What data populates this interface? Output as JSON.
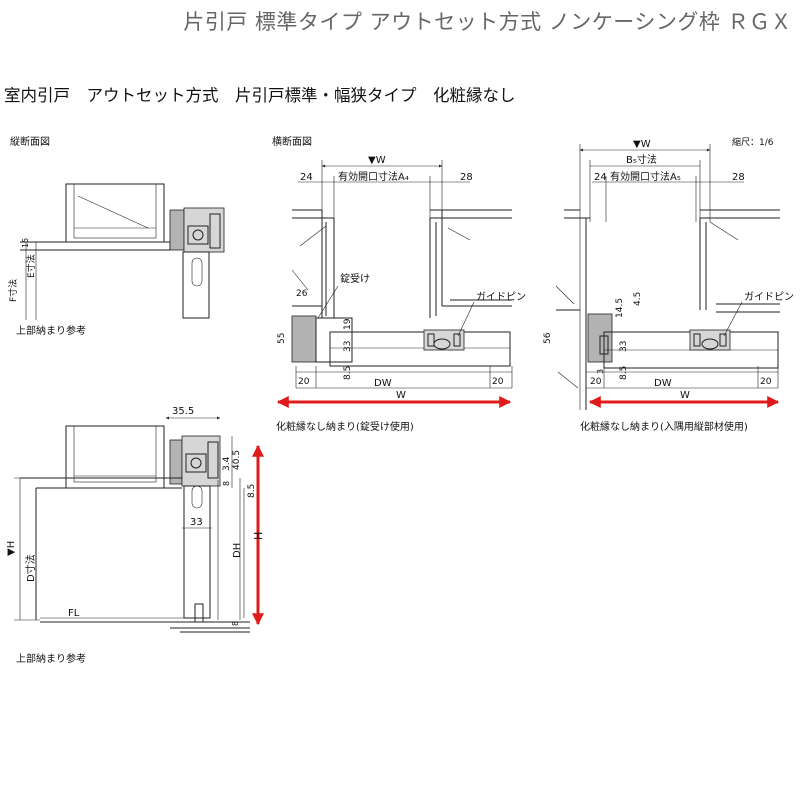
{
  "header": {
    "title": "片引戸 標準タイプ アウトセット方式 ノンケーシング枠 ＲＧＸ",
    "subtitle": "室内引戸　アウトセット方式　片引戸標準・幅狭タイプ　化粧縁なし"
  },
  "views": {
    "vertical_section_label": "縦断面図",
    "horizontal_section_label": "横断面図",
    "scale_label": "縮尺：1/6"
  },
  "captions": {
    "top_ref_1": "上部納まり参考",
    "top_ref_2": "上部納まり参考",
    "left_plan": "化粧縁なし納まり(錠受け使用)",
    "right_plan": "化粧縁なし納まり(入隅用縦部材使用)"
  },
  "labels": {
    "w_mark": "▼W",
    "opening_a4": "有効開口寸法A₄",
    "opening_a5": "有効開口寸法A₅",
    "b5": "B₅寸法",
    "lock_receiver": "錠受け",
    "guide_pin_1": "ガイドピン",
    "guide_pin_2": "ガイドピン",
    "f_dim": "F寸法",
    "e_dim": "E寸法",
    "h_mark": "▼H",
    "d_dim": "D寸法",
    "dh": "DH",
    "h": "H",
    "fl": "FL",
    "dw_1": "DW",
    "dw_2": "DW",
    "w_1": "W",
    "w_2": "W"
  },
  "dimensions": {
    "v15": "15",
    "v35_5": "35.5",
    "v40_5": "40.5",
    "v3_4": "3.4",
    "v8_top": "8",
    "v8_5_side": "8.5",
    "v33_v": "33",
    "v8_bottom": "8",
    "p1_24": "24",
    "p1_28": "28",
    "p1_26": "26",
    "p1_55": "55",
    "p1_19": "19",
    "p1_33": "33",
    "p1_8_5": "8.5",
    "p1_20a": "20",
    "p1_20b": "20",
    "p2_24": "24",
    "p2_28": "28",
    "p2_14_5": "14.5",
    "p2_4_5": "4.5",
    "p2_56": "56",
    "p2_33": "33",
    "p2_3": "3",
    "p2_8_5": "8.5",
    "p2_20a": "20",
    "p2_20b": "20"
  },
  "colors": {
    "accent_arrow": "#e01b1b",
    "title_text": "#666666"
  }
}
